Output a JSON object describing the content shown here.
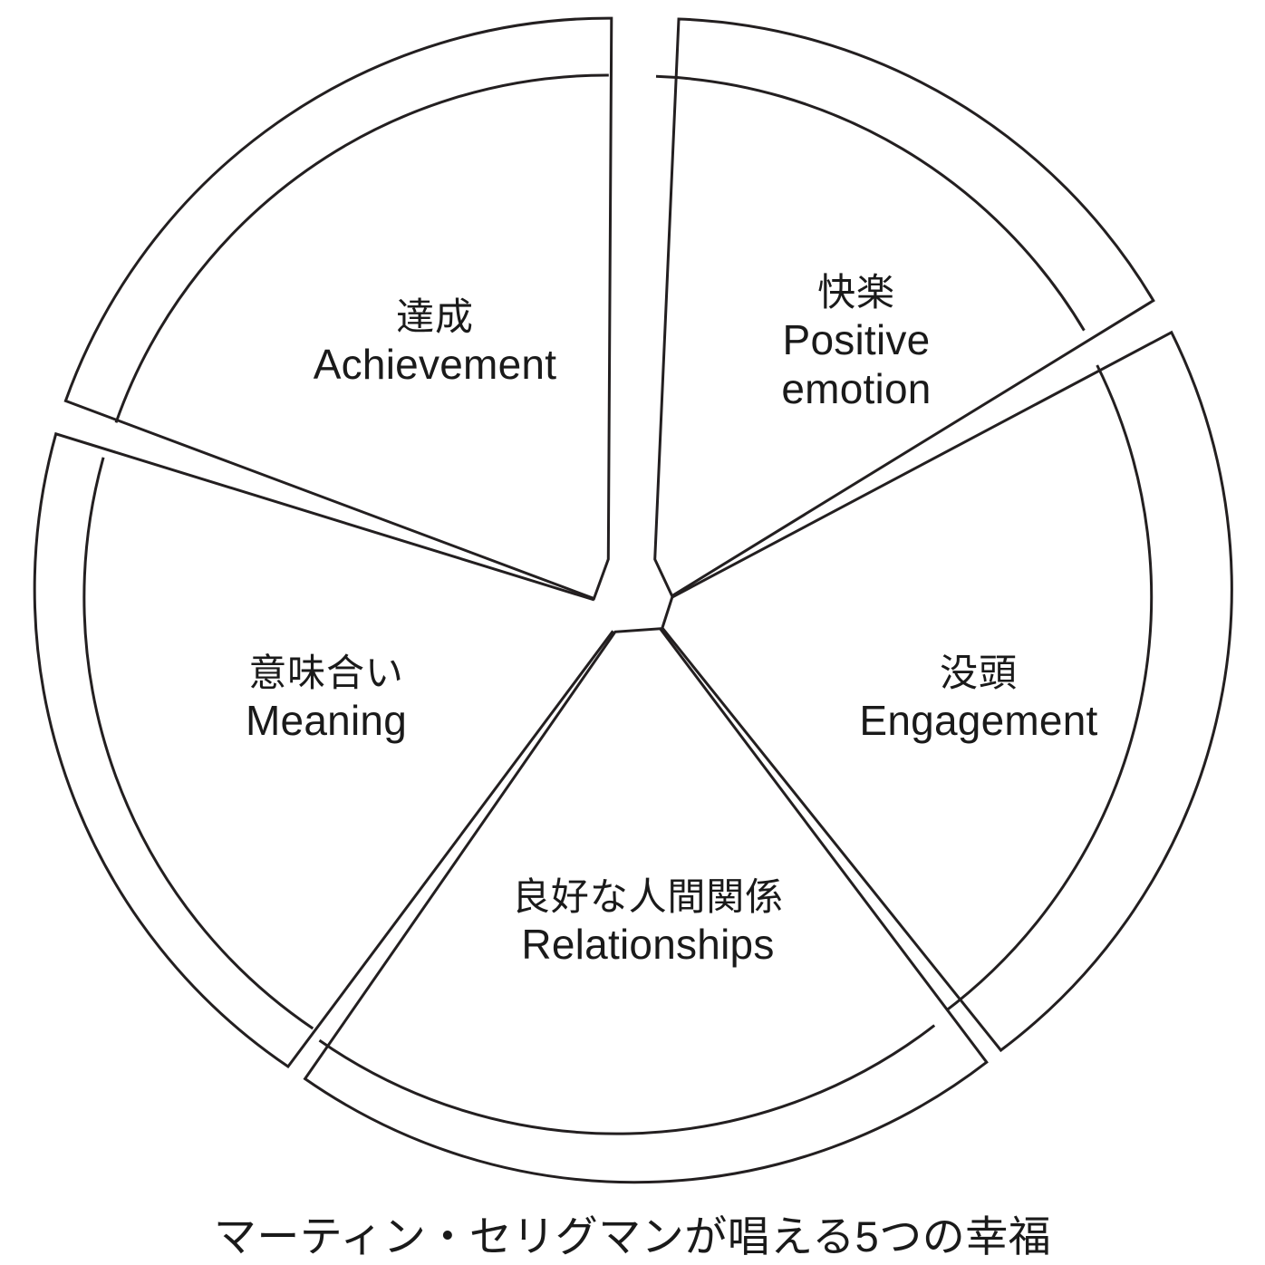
{
  "diagram": {
    "title_caption": "マーティン・セリグマンが唱える5つの幸福",
    "shape": "five-segment circle (PERMA model)",
    "stroke_color": "#231f20",
    "background_color": "#ffffff",
    "segments": [
      {
        "id": "positive-emotion",
        "jp": "快楽",
        "en": "Positive emotion",
        "en_line1": "Positive",
        "en_line2": "emotion",
        "position": "top-right"
      },
      {
        "id": "engagement",
        "jp": "没頭",
        "en": "Engagement",
        "en_line1": "Engagement",
        "en_line2": "",
        "position": "right"
      },
      {
        "id": "relationships",
        "jp": "良好な人間関係",
        "en": "Relationships",
        "en_line1": "Relationships",
        "en_line2": "",
        "position": "bottom"
      },
      {
        "id": "meaning",
        "jp": "意味合い",
        "en": "Meaning",
        "en_line1": "Meaning",
        "en_line2": "",
        "position": "left"
      },
      {
        "id": "achievement",
        "jp": "達成",
        "en": "Achievement",
        "en_line1": "Achievement",
        "en_line2": "",
        "position": "top-left"
      }
    ]
  },
  "chart_data": {
    "type": "pie",
    "title": "マーティン・セリグマンが唱える5つの幸福",
    "categories": [
      "快楽 / Positive emotion",
      "没頭 / Engagement",
      "良好な人間関係 / Relationships",
      "意味合い / Meaning",
      "達成 / Achievement"
    ],
    "values": [
      20,
      20,
      20,
      20,
      20
    ],
    "xlabel": "",
    "ylabel": "",
    "legend_position": "in-slice",
    "grid": false,
    "notes": "Five equal unfilled segments with outline stroke only; each slice has a concentric arc band near the outer rim."
  }
}
